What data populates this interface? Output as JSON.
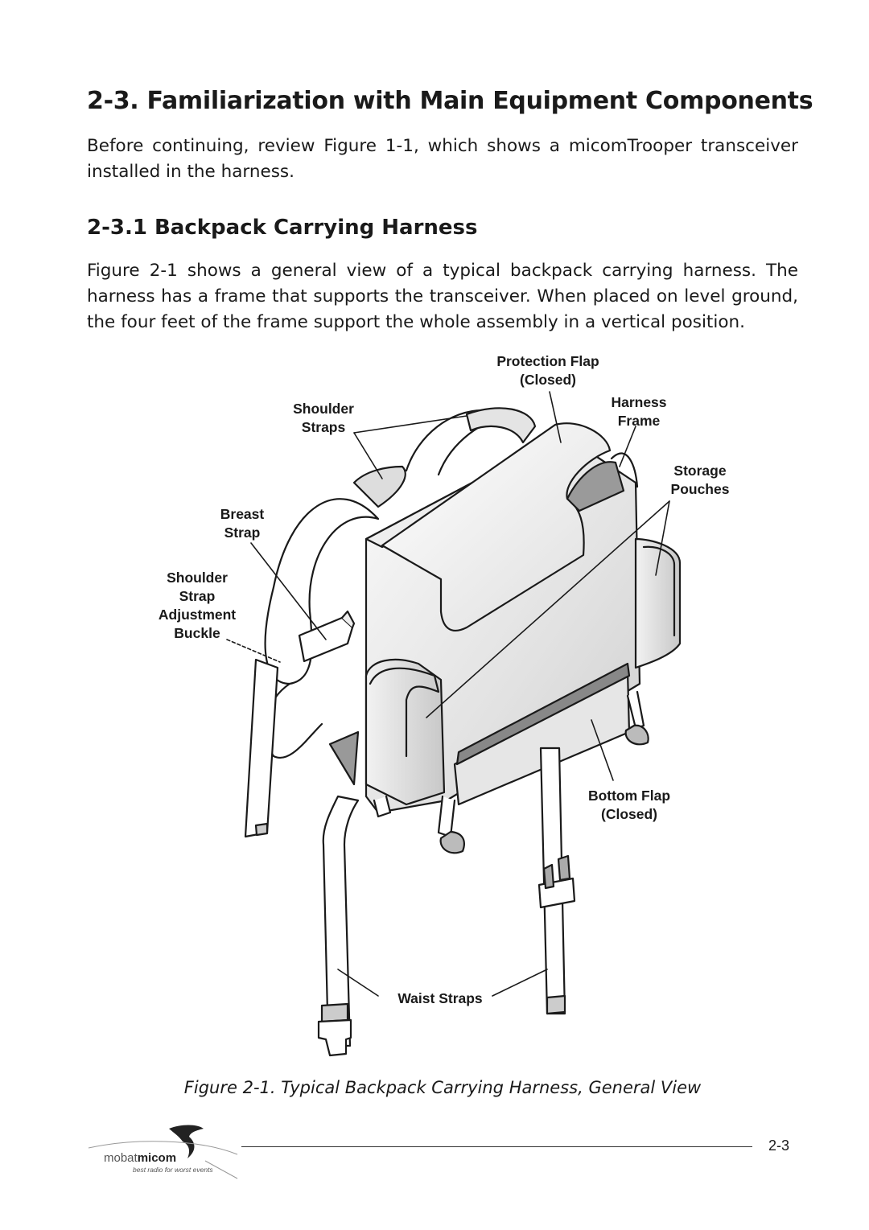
{
  "section": {
    "title": "2-3.  Familiarization with Main Equipment Components",
    "intro": "Before continuing, review Figure 1-1, which shows a micomTrooper transceiver installed in the harness."
  },
  "subsection": {
    "title": "2-3.1   Backpack Carrying Harness",
    "body": "Figure 2-1 shows a general view of a typical backpack carrying harness. The harness has a frame that supports the transceiver. When placed on level ground, the four feet of the frame support the whole assembly in a vertical position."
  },
  "figure": {
    "labels": {
      "protection_flap": [
        "Protection Flap",
        "(Closed)"
      ],
      "shoulder_straps": [
        "Shoulder",
        "Straps"
      ],
      "harness_frame": [
        "Harness",
        "Frame"
      ],
      "storage_pouches": [
        "Storage",
        "Pouches"
      ],
      "breast_strap": [
        "Breast",
        "Strap"
      ],
      "adjustment_buckle": [
        "Shoulder",
        "Strap",
        "Adjustment",
        "Buckle"
      ],
      "bottom_flap": [
        "Bottom Flap",
        "(Closed)"
      ],
      "waist_straps": "Waist Straps"
    },
    "caption": "Figure 2-1. Typical Backpack Carrying Harness, General View"
  },
  "footer": {
    "logo_brand_light": "mobat",
    "logo_brand_bold": "micom",
    "logo_tagline": "best radio for worst events",
    "page_number": "2-3"
  }
}
